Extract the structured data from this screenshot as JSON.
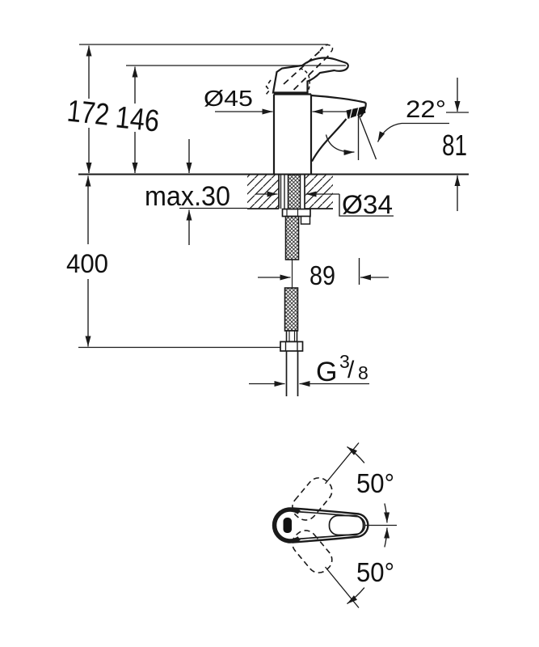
{
  "page": {
    "background": "#ffffff",
    "ink": "#1a1a1a"
  },
  "main_view": {
    "title": "faucet-side-elevation-with-dimensions",
    "labels": {
      "overall_height": "172",
      "lever_height": "146",
      "deck_thickness": "max.30",
      "body_diameter": "Ø45",
      "spout_angle": "22°",
      "outlet_height": "81",
      "hole_diameter": "Ø34",
      "hose_length": "400",
      "spout_reach": "89",
      "thread": {
        "g": "G",
        "numerator": "3",
        "slash": "/",
        "denominator": "8"
      }
    }
  },
  "plan_view": {
    "title": "lever-swivel-range",
    "labels": {
      "swivel_upper": "50°",
      "swivel_lower": "50°"
    }
  }
}
